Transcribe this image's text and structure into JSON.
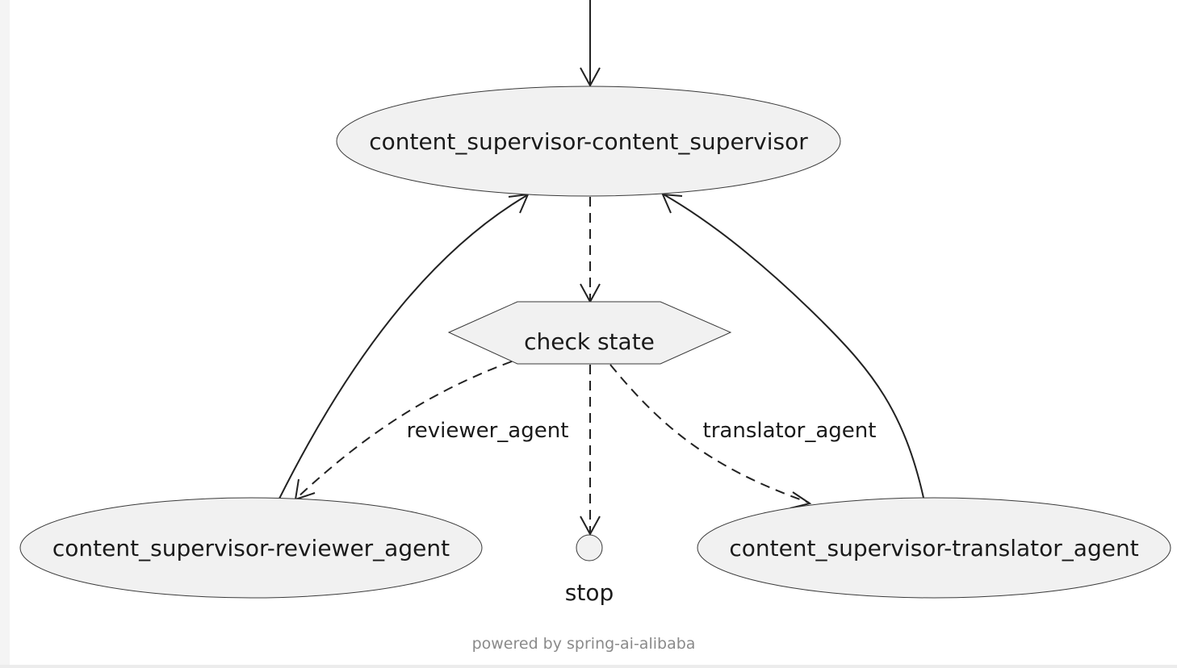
{
  "nodes": {
    "supervisor": "content_supervisor-content_supervisor",
    "check_state": "check state",
    "reviewer": "content_supervisor-reviewer_agent",
    "translator": "content_supervisor-translator_agent",
    "stop": "stop"
  },
  "edges": {
    "to_reviewer": "reviewer_agent",
    "to_translator": "translator_agent"
  },
  "footer": "powered by spring-ai-alibaba"
}
